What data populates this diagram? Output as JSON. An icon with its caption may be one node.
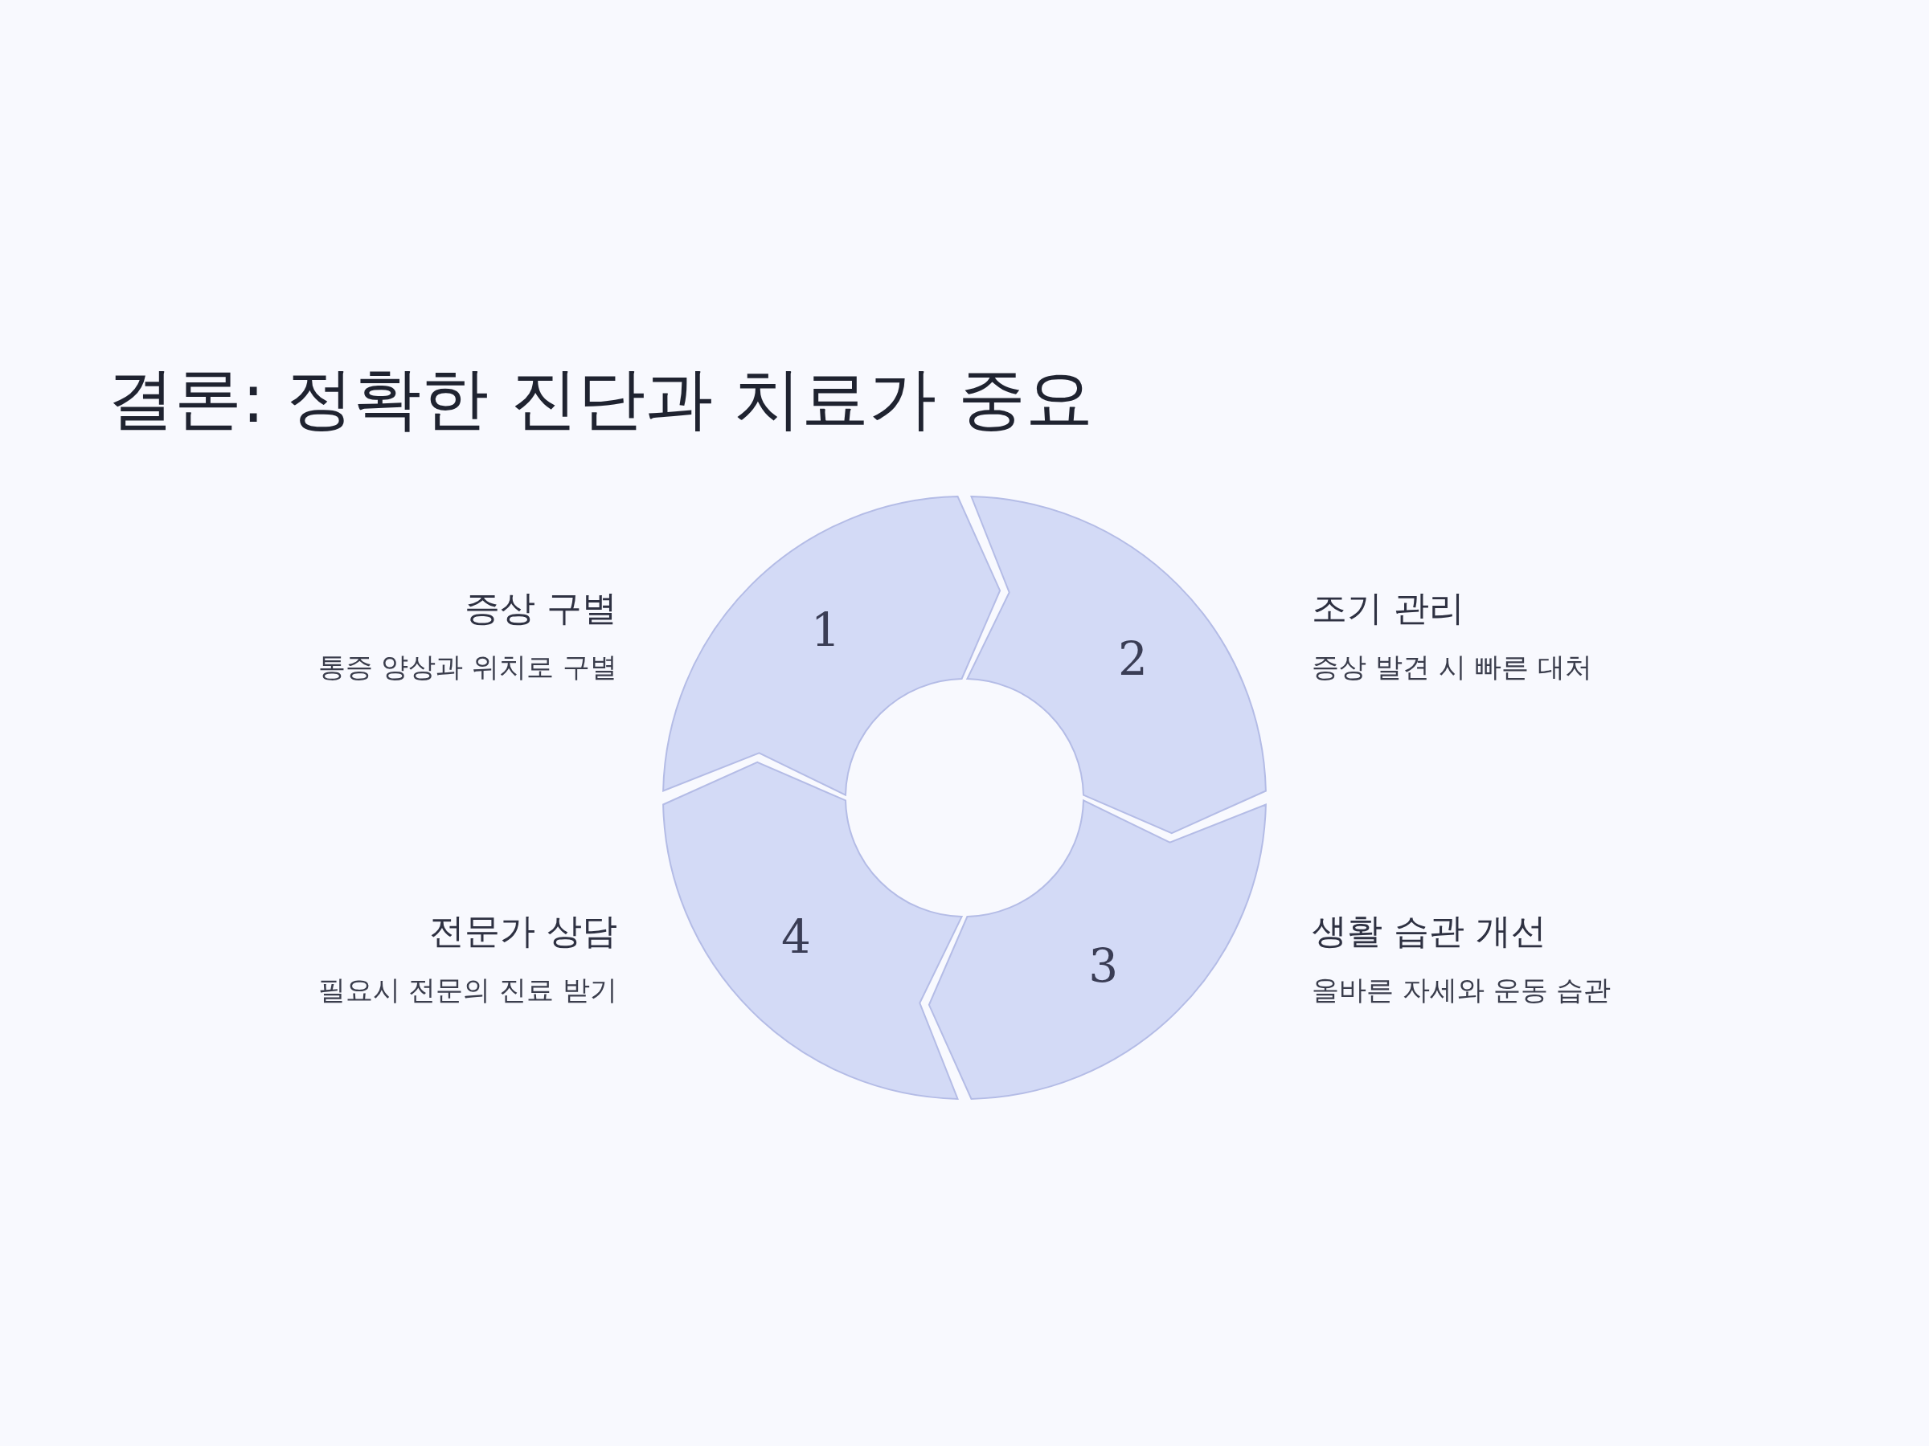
{
  "diagram": {
    "title": "결론: 정확한 진단과 치료가 중요",
    "nodes": [
      {
        "text": [
          "1"
        ],
        "beside": [
          "증상 구별",
          "통증 양상과 위치로 구별"
        ]
      },
      {
        "text": [
          "2"
        ],
        "beside": [
          "조기 관리",
          "증상 발견 시 빠른 대처"
        ]
      },
      {
        "text": [
          "3"
        ],
        "beside": [
          "생활 습관 개선",
          "올바른 자세와 운동 습관"
        ]
      },
      {
        "text": [
          "4"
        ],
        "beside": [
          "전문가 상담",
          "필요시 전문의 진료 받기"
        ]
      }
    ]
  }
}
